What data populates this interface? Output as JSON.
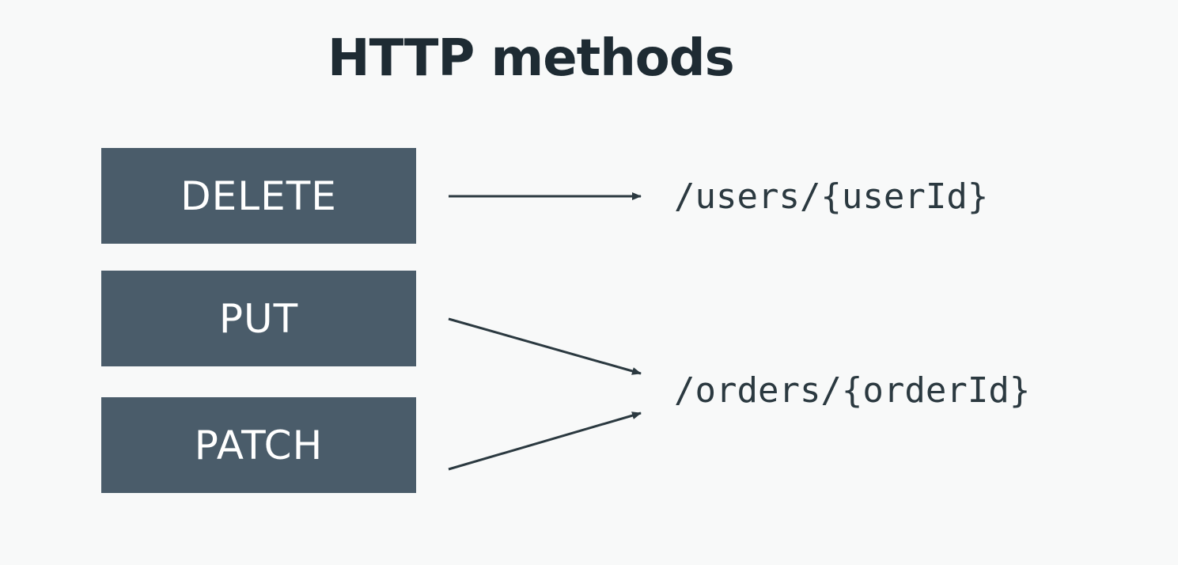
{
  "title": "HTTP methods",
  "methods": {
    "delete": "DELETE",
    "put": "PUT",
    "patch": "PATCH"
  },
  "endpoints": {
    "users": "/users/{userId}",
    "orders": "/orders/{orderId}"
  },
  "colors": {
    "background": "#f8f9f9",
    "box": "#4a5c6a",
    "box_text": "#ffffff",
    "title": "#1e2b33",
    "endpoint_text": "#2b3940",
    "arrow": "#2b3940"
  },
  "connections": [
    {
      "from": "DELETE",
      "to": "/users/{userId}"
    },
    {
      "from": "PUT",
      "to": "/orders/{orderId}"
    },
    {
      "from": "PATCH",
      "to": "/orders/{orderId}"
    }
  ]
}
